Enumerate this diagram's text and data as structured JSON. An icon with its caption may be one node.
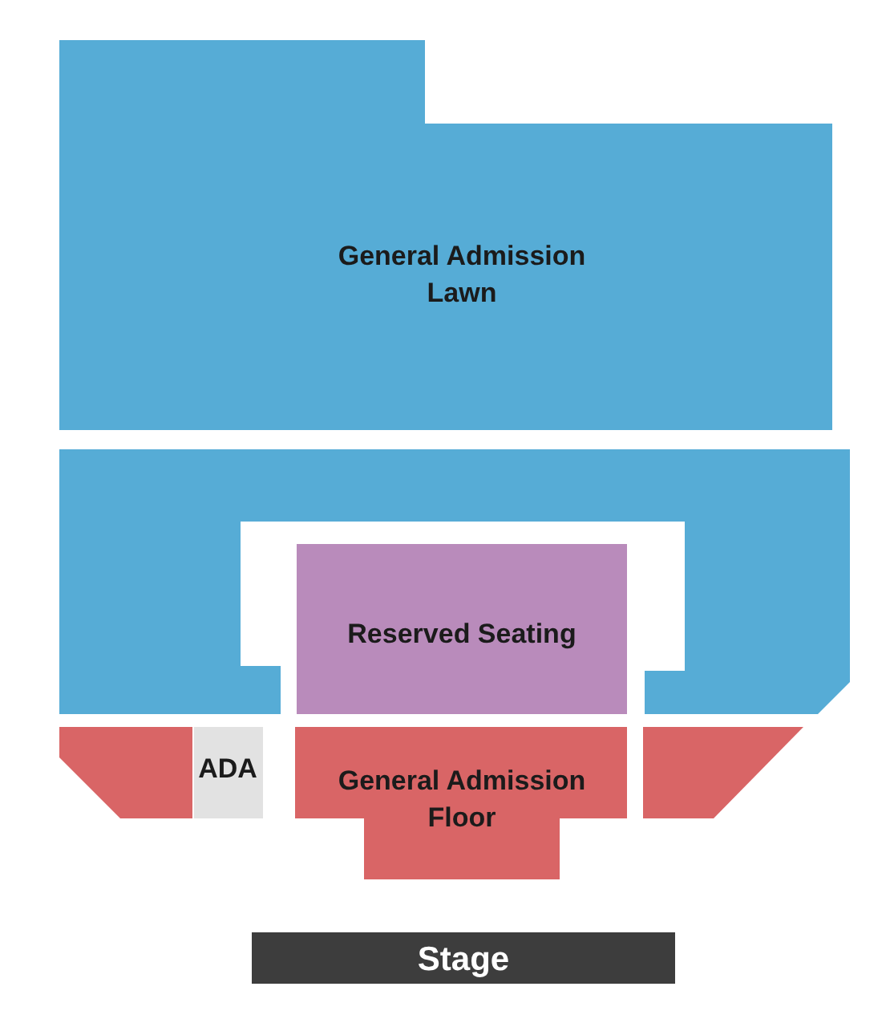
{
  "diagram": {
    "nodes": [
      {
        "text": [
          "General Admission Lawn"
        ]
      },
      {
        "text": [],
        "shape": "box"
      },
      {
        "text": [
          "Reserved Seating"
        ]
      },
      {
        "text": [],
        "shape": "box"
      },
      {
        "text": [
          "ADA"
        ]
      },
      {
        "text": [
          "General Admission Floor"
        ]
      },
      {
        "text": [],
        "shape": "box"
      },
      {
        "text": [
          "Stage"
        ]
      }
    ]
  }
}
